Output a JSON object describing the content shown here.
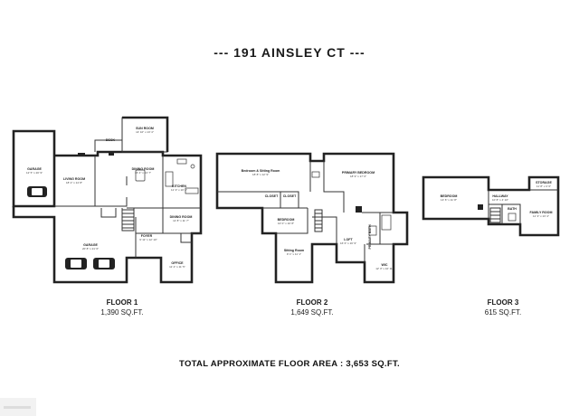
{
  "title": "--- 191 AINSLEY CT ---",
  "total_area": "TOTAL APPROXIMATE FLOOR AREA : 3,653 SQ.FT.",
  "floors": [
    {
      "label": "FLOOR 1",
      "area": "1,390 SQ.FT.",
      "rooms": [
        {
          "name": "GARAGE",
          "dim": "12' 5\" x 20' 9\""
        },
        {
          "name": "LIVING ROOM",
          "dim": "18' 2\" x 14' 8\""
        },
        {
          "name": "SUN ROOM",
          "dim": "14' 10\" x 13' 4\""
        },
        {
          "name": "DECK",
          "dim": ""
        },
        {
          "name": "DINING ROOM",
          "dim": "16' 4\" x 13' 7\""
        },
        {
          "name": "KITCHEN",
          "dim": "11' 3\" x 10' 4\""
        },
        {
          "name": "DINING ROOM",
          "dim": "11' 8\" x 11' 7\""
        },
        {
          "name": "FOYER",
          "dim": "9' 11\" x 12' 10\""
        },
        {
          "name": "GARAGE",
          "dim": "20' 8\" x 21' 6\""
        },
        {
          "name": "OFFICE",
          "dim": "11' 4\" x 11' 5\""
        }
      ]
    },
    {
      "label": "FLOOR 2",
      "area": "1,649 SQ.FT.",
      "rooms": [
        {
          "name": "Bedroom & Sitting Room",
          "dim": "18' 8\" x 12' 9\""
        },
        {
          "name": "PRIMARY BEDROOM",
          "dim": "18' 9\" x 17' 0\""
        },
        {
          "name": "CLOSET",
          "dim": ""
        },
        {
          "name": "CLOSET",
          "dim": ""
        },
        {
          "name": "BEDROOM",
          "dim": "10' 0\" x 10' 8\""
        },
        {
          "name": "Sitting Room",
          "dim": "9' 1\" x 11' 1\""
        },
        {
          "name": "LOFT",
          "dim": "16' 6\" x 16' 9\""
        },
        {
          "name": "PRIMARY BATH",
          "dim": ""
        },
        {
          "name": "WIC",
          "dim": "12' 3\" x 10' 11\""
        }
      ]
    },
    {
      "label": "FLOOR 3",
      "area": "615 SQ.FT.",
      "rooms": [
        {
          "name": "BEDROOM",
          "dim": "14' 6\" x 11' 8\""
        },
        {
          "name": "HALLWAY",
          "dim": "10' 8\" x 4' 10\""
        },
        {
          "name": "STORAGE",
          "dim": "11' 8\" x 3' 6\""
        },
        {
          "name": "FAMILY ROOM",
          "dim": "11' 3\" x 13' 4\""
        },
        {
          "name": "BATH",
          "dim": ""
        }
      ]
    }
  ]
}
